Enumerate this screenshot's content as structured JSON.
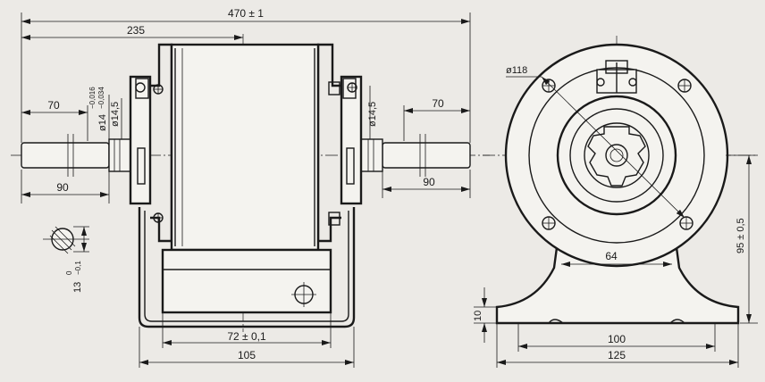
{
  "drawing": {
    "front_view": {
      "overall_length": "470 ± 1",
      "half_length": "235",
      "left_shaft_length": "70",
      "right_shaft_length": "70",
      "left_shaft_datum": "90",
      "right_shaft_datum": "90",
      "shaft_diameter_base": "ø14",
      "shaft_tol_upper": "−0,016",
      "shaft_tol_lower": "−0,034",
      "left_collar_diameter": "ø14,5",
      "right_collar_diameter": "ø14,5",
      "foot_hole_spacing": "72 ± 0,1",
      "foot_width": "105"
    },
    "section": {
      "flat_base": "13",
      "flat_tol_upper": "0",
      "flat_tol_lower": "−0,1"
    },
    "side_view": {
      "bolt_circle": "ø118",
      "center_height": "95 ± 0,5",
      "foot_thickness": "10",
      "inner_width": "64",
      "hole_spacing": "100",
      "base_width": "125"
    }
  }
}
